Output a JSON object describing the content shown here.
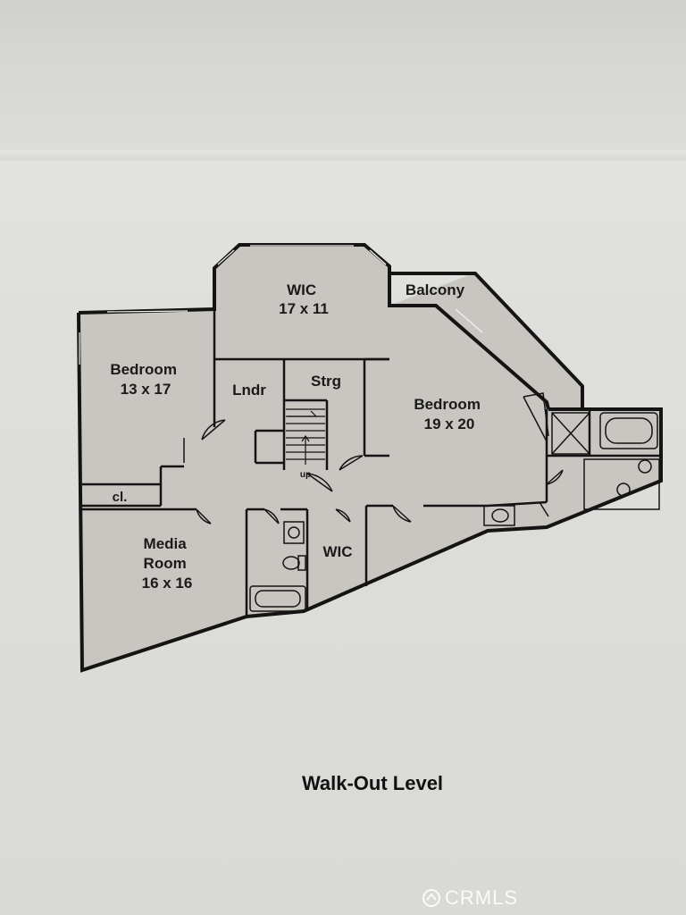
{
  "plan": {
    "title": "Walk-Out Level",
    "rooms": [
      {
        "id": "wic-top",
        "lines": [
          "WIC",
          "17 x 11"
        ]
      },
      {
        "id": "balcony",
        "lines": [
          "Balcony"
        ]
      },
      {
        "id": "bedroom-left",
        "lines": [
          "Bedroom",
          "13 x 17"
        ]
      },
      {
        "id": "lndr",
        "lines": [
          "Lndr"
        ]
      },
      {
        "id": "strg",
        "lines": [
          "Strg"
        ]
      },
      {
        "id": "bedroom-right",
        "lines": [
          "Bedroom",
          "19 x 20"
        ]
      },
      {
        "id": "closet",
        "lines": [
          "cl."
        ]
      },
      {
        "id": "media-room",
        "lines": [
          "Media",
          "Room",
          "16 x 16"
        ]
      },
      {
        "id": "wic-bottom",
        "lines": [
          "WIC"
        ]
      },
      {
        "id": "stair",
        "lines": [
          "up"
        ]
      }
    ]
  },
  "watermark": {
    "text": "CRMLS"
  },
  "colors": {
    "wall": "#141414",
    "floor": "#c9c6c2",
    "paper": "#dcdcd9"
  }
}
